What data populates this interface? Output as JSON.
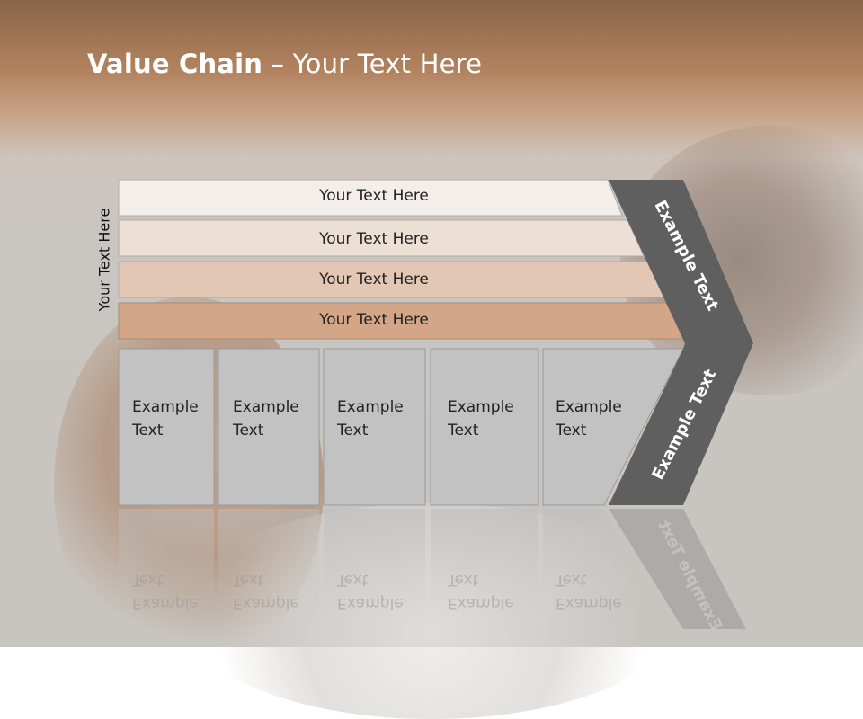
{
  "slide": {
    "title_bold": "Value Chain",
    "title_rest": " – Your Text Here",
    "side_label": "Your Text Here",
    "rows": [
      {
        "label": "Your Text Here",
        "fill": "#f4eeea"
      },
      {
        "label": "Your Text Here",
        "fill": "#ecdfd4"
      },
      {
        "label": "Your Text Here",
        "fill": "#e2c8b4"
      },
      {
        "label": "Your Text Here",
        "fill": "#d3a688"
      }
    ],
    "boxes": [
      {
        "line1": "Example",
        "line2": "Text"
      },
      {
        "line1": "Example",
        "line2": "Text"
      },
      {
        "line1": "Example",
        "line2": "Text"
      },
      {
        "line1": "Example",
        "line2": "Text"
      },
      {
        "line1": "Example",
        "line2": "Text"
      }
    ],
    "chevron_top_label": "Example Text",
    "chevron_bottom_label": "Example Text",
    "chevron_color": "#5f5f5f",
    "box_color": "#c2c2c2"
  }
}
